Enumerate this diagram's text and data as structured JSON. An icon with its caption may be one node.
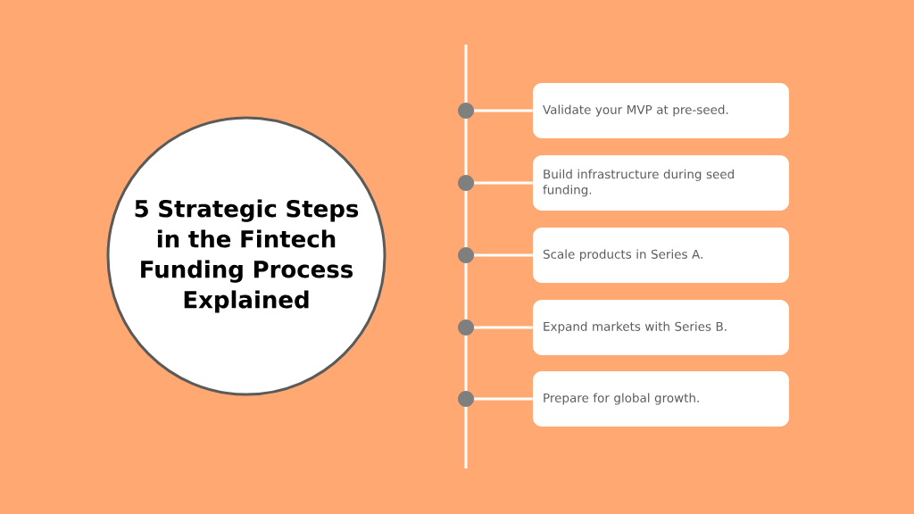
{
  "diagram": {
    "nodes": [
      {
        "text": [
          "5 Strategic Steps in the Fintech Funding Process Explained"
        ]
      },
      {
        "text": [],
        "shape": "circle"
      },
      {
        "text": [
          "Validate your MVP at pre-seed."
        ]
      },
      {
        "text": [],
        "shape": "circle"
      },
      {
        "text": [
          "Build infrastructure during seed funding."
        ]
      },
      {
        "text": [],
        "shape": "circle"
      },
      {
        "text": [
          "Scale products in Series A."
        ]
      },
      {
        "text": [],
        "shape": "circle"
      },
      {
        "text": [
          "Expand markets with Series B."
        ]
      },
      {
        "text": [],
        "shape": "circle"
      },
      {
        "text": [
          "Prepare for global growth."
        ]
      }
    ],
    "edges": [
      {
        "from": 1,
        "to": 2,
        "arrow": "none"
      },
      {
        "from": 3,
        "to": 4,
        "arrow": "none"
      },
      {
        "from": 5,
        "to": 6,
        "arrow": "none"
      },
      {
        "from": 7,
        "to": 8,
        "arrow": "none"
      },
      {
        "from": 9,
        "to": 10,
        "arrow": "none"
      }
    ]
  }
}
